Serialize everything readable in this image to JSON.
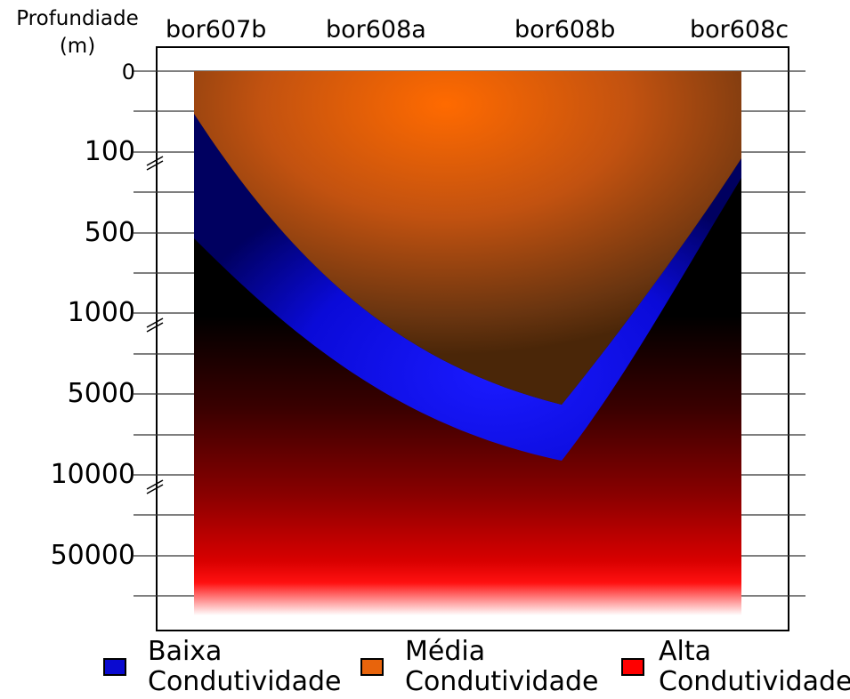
{
  "axis": {
    "title_line1": "Profundiade",
    "title_line2": "(m)",
    "ticks": [
      "0",
      "100",
      "500",
      "1000",
      "5000",
      "10000",
      "50000"
    ]
  },
  "columns": [
    "bor607b",
    "bor608a",
    "bor608b",
    "bor608c"
  ],
  "legend": [
    {
      "line1": "Baixa",
      "line2": "Condutividade",
      "color": "#0a0ad0"
    },
    {
      "line1": "Média",
      "line2": "Condutividade",
      "color": "#e8640c"
    },
    {
      "line1": "Alta",
      "line2": "Condutividade",
      "color": "#ff0000"
    }
  ],
  "layers": {
    "low_conductivity_color": "#0a0ad0",
    "medium_conductivity_color": "#ff6a00",
    "high_conductivity_color": "#ff0000",
    "deep_color": "#000000"
  }
}
